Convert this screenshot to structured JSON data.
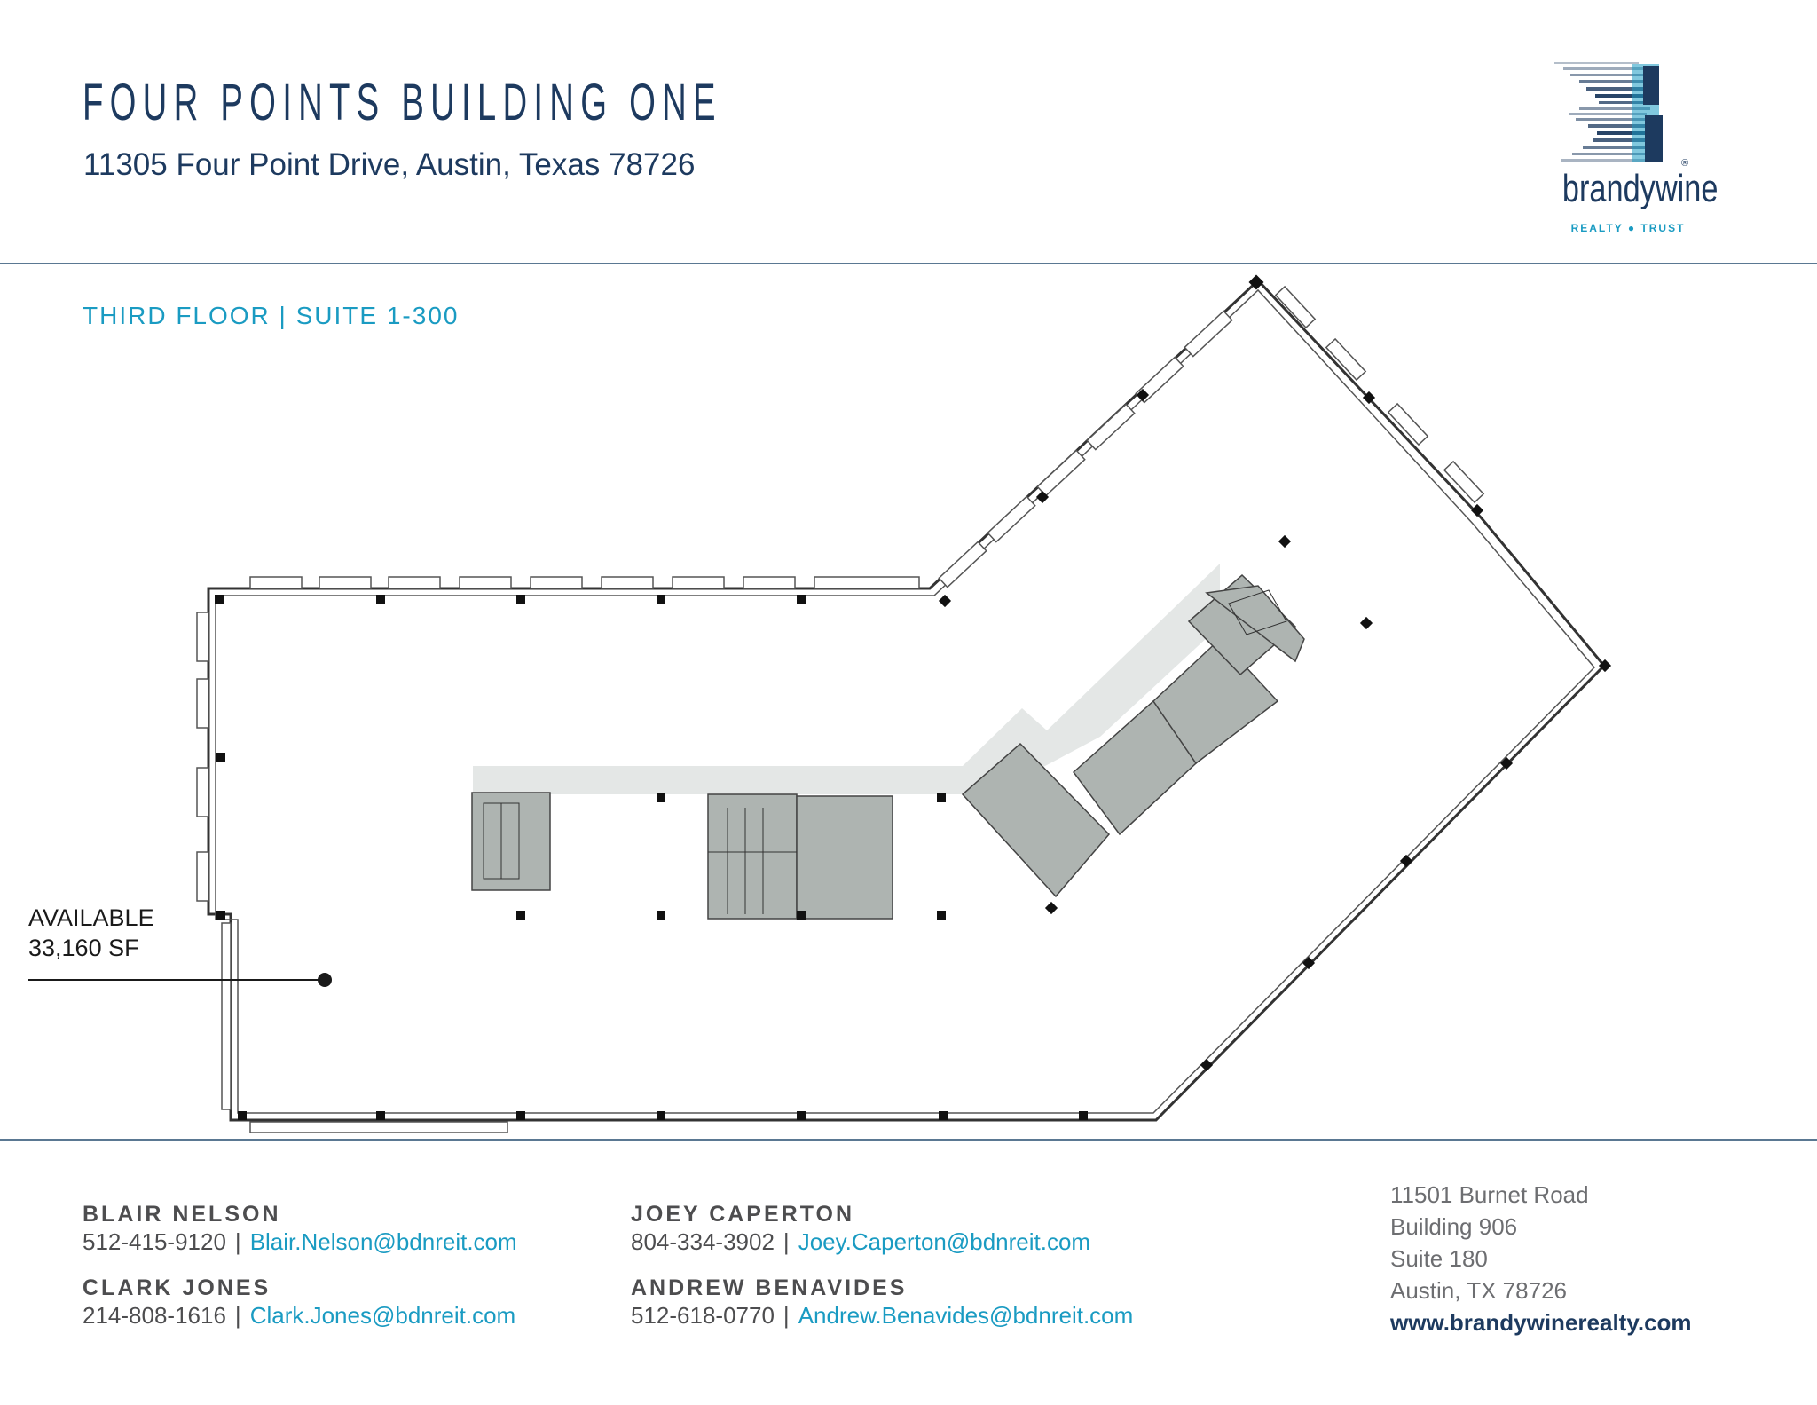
{
  "header": {
    "title": "FOUR POINTS BUILDING ONE",
    "address": "11305 Four Point Drive, Austin, Texas 78726"
  },
  "logo": {
    "icon": "brandywine-b-mark",
    "wordmark": "brandywine",
    "tagline": "REALTY ● TRUST",
    "registered": "®"
  },
  "floor_label": "THIRD FLOOR | SUITE 1-300",
  "plan": {
    "callout_line1": "AVAILABLE",
    "callout_line2": "33,160 SF"
  },
  "contacts": [
    {
      "name": "BLAIR NELSON",
      "phone": "512-415-9120",
      "separator": "|",
      "email": "Blair.Nelson@bdnreit.com"
    },
    {
      "name": "CLARK JONES",
      "phone": "214-808-1616",
      "separator": "|",
      "email": "Clark.Jones@bdnreit.com"
    },
    {
      "name": "JOEY CAPERTON",
      "phone": "804-334-3902",
      "separator": "|",
      "email": "Joey.Caperton@bdnreit.com"
    },
    {
      "name": "ANDREW BENAVIDES",
      "phone": "512-618-0770",
      "separator": "|",
      "email": "Andrew.Benavides@bdnreit.com"
    }
  ],
  "office": {
    "line1": "11501 Burnet Road",
    "line2": "Building 906",
    "line3": "Suite 180",
    "line4": "Austin, TX 78726",
    "website": "www.brandywinerealty.com"
  },
  "colors": {
    "navy": "#1d3a5f",
    "teal": "#1a9bc2",
    "gray_text": "#4d4d4f",
    "core_fill": "#aeb4b1",
    "corridor_fill": "#e4e7e6"
  }
}
